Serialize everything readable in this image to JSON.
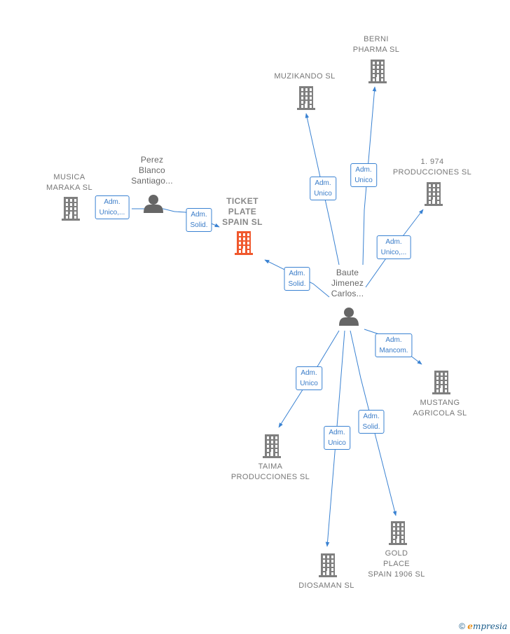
{
  "colors": {
    "edge": "#3a82d2",
    "company": "#7f7f7f",
    "main_company": "#f0582d",
    "person": "#666666"
  },
  "nodes": {
    "ticket": {
      "label": [
        "TICKET",
        "PLATE",
        "SPAIN  SL"
      ],
      "type": "company",
      "icon": "building-icon"
    },
    "perez": {
      "label": [
        "Perez",
        "Blanco",
        "Santiago..."
      ],
      "type": "person",
      "icon": "person-icon"
    },
    "musica": {
      "label": [
        "MUSICA",
        "MARAKA  SL"
      ],
      "type": "company",
      "icon": "building-icon"
    },
    "baute": {
      "label": [
        "Baute",
        "Jimenez",
        "Carlos..."
      ],
      "type": "person",
      "icon": "person-icon"
    },
    "muzikando": {
      "label": [
        "MUZIKANDO SL"
      ],
      "type": "company",
      "icon": "building-icon"
    },
    "berni": {
      "label": [
        "BERNI",
        "PHARMA  SL"
      ],
      "type": "company",
      "icon": "building-icon"
    },
    "prod1974": {
      "label": [
        "1. 974",
        "PRODUCCIONES SL"
      ],
      "type": "company",
      "icon": "building-icon"
    },
    "mustang": {
      "label": [
        "MUSTANG",
        "AGRICOLA  SL"
      ],
      "type": "company",
      "icon": "building-icon"
    },
    "taima": {
      "label": [
        "TAIMA",
        "PRODUCCIONES SL"
      ],
      "type": "company",
      "icon": "building-icon"
    },
    "diosaman": {
      "label": [
        "DIOSAMAN SL"
      ],
      "type": "company",
      "icon": "building-icon"
    },
    "gold": {
      "label": [
        "GOLD",
        "PLACE",
        "SPAIN 1906  SL"
      ],
      "type": "company",
      "icon": "building-icon"
    }
  },
  "edges": [
    {
      "from": "perez",
      "to": "musica",
      "label": [
        "Adm.",
        "Unico,..."
      ]
    },
    {
      "from": "perez",
      "to": "ticket",
      "label": [
        "Adm.",
        "Solid."
      ]
    },
    {
      "from": "baute",
      "to": "ticket",
      "label": [
        "Adm.",
        "Solid."
      ]
    },
    {
      "from": "baute",
      "to": "muzikando",
      "label": [
        "Adm.",
        "Unico"
      ]
    },
    {
      "from": "baute",
      "to": "berni",
      "label": [
        "Adm.",
        "Unico"
      ]
    },
    {
      "from": "baute",
      "to": "prod1974",
      "label": [
        "Adm.",
        "Unico,..."
      ]
    },
    {
      "from": "baute",
      "to": "mustang",
      "label": [
        "Adm.",
        "Mancom."
      ]
    },
    {
      "from": "baute",
      "to": "taima",
      "label": [
        "Adm.",
        "Unico"
      ]
    },
    {
      "from": "baute",
      "to": "diosaman",
      "label": [
        "Adm.",
        "Unico"
      ]
    },
    {
      "from": "baute",
      "to": "gold",
      "label": [
        "Adm.",
        "Solid."
      ]
    }
  ],
  "watermark": {
    "symbol": "©",
    "brand_initial": "e",
    "brand_rest": "mpresia"
  }
}
